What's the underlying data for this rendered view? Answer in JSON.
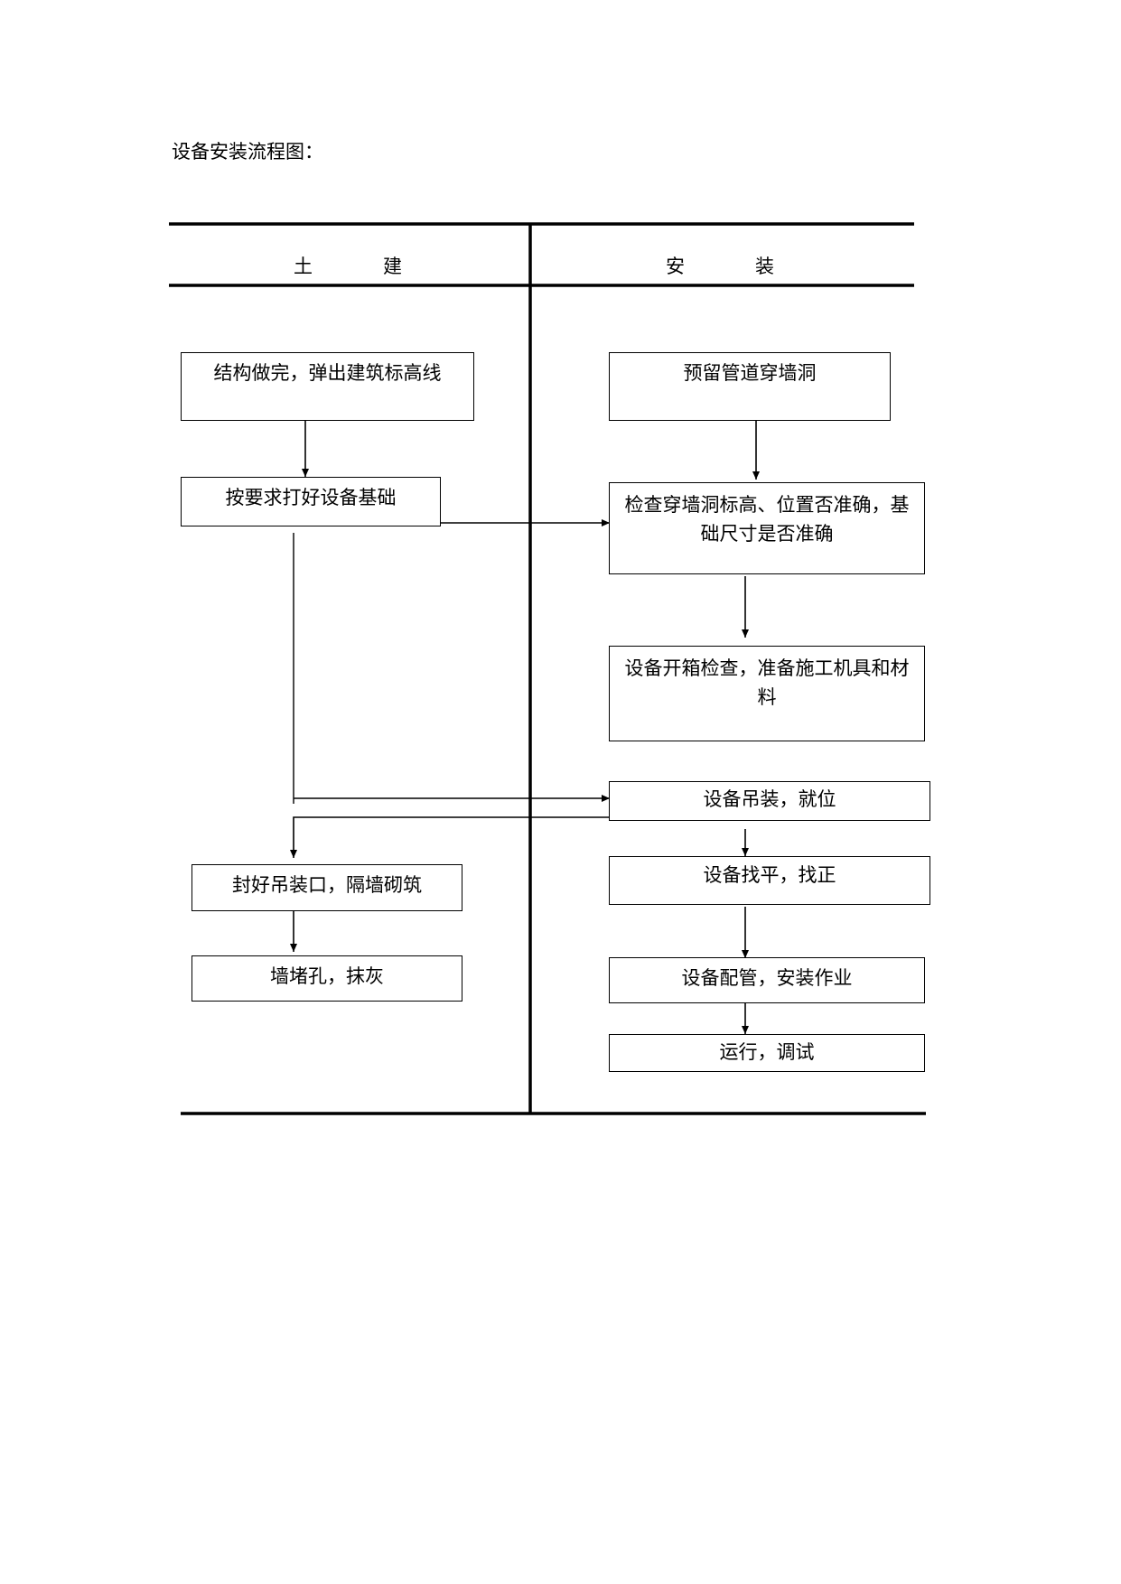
{
  "title": "设备安装流程图：",
  "columns": {
    "left": [
      "土",
      "建"
    ],
    "right": [
      "安",
      "装"
    ]
  },
  "boxes": {
    "l1": "结构做完，弹出建筑标高线",
    "l2": "按要求打好设备基础",
    "l3": "封好吊装口，隔墙砌筑",
    "l4": "墙堵孔，抹灰",
    "r1": "预留管道穿墙洞",
    "r2": "检查穿墙洞标高、位置否准确，基础尺寸是否准确",
    "r3": "设备开箱检查，准备施工机具和材料",
    "r4": "设备吊装，就位",
    "r5": "设备找平，找正",
    "r6": "设备配管，安装作业",
    "r7": "运行，调试"
  }
}
